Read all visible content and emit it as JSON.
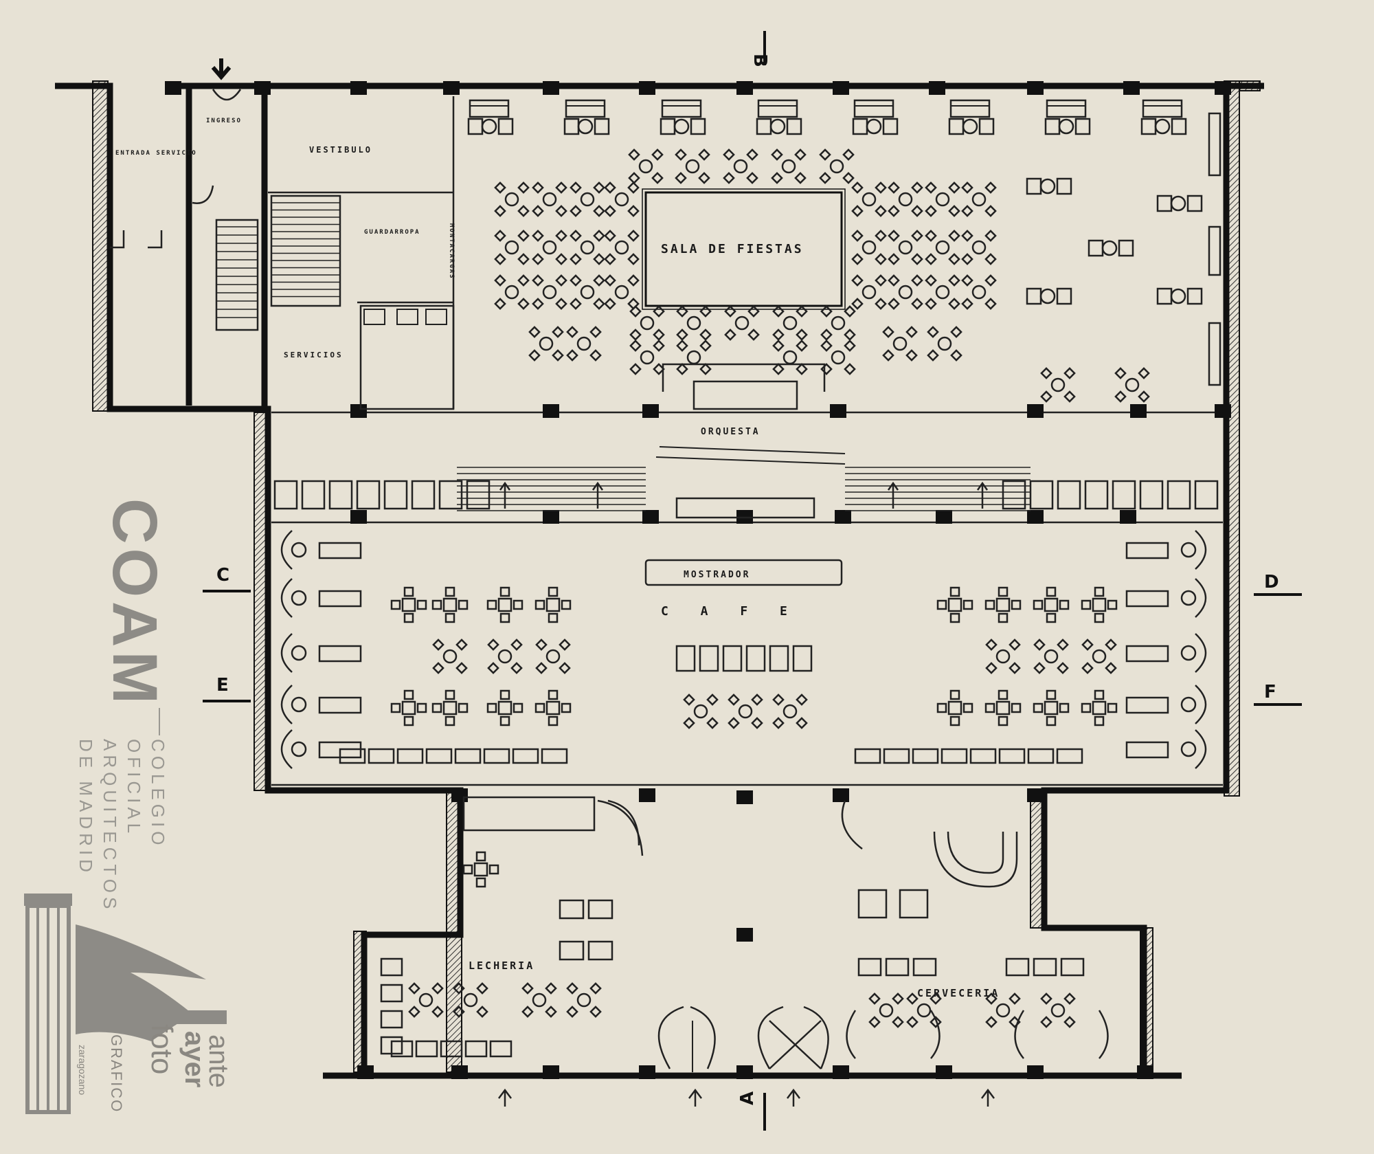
{
  "labels": {
    "ingreso": "INGRESO",
    "entrada_servicio": "ENTRADA SERVICIO",
    "vestibulo": "VESTIBULO",
    "guardarropa": "GUARDARROPA",
    "montacargas": "MONTACARGAS",
    "servicios": "SERVICIOS",
    "sala_de_fiestas": "SALA DE FIESTAS",
    "orquesta": "ORQUESTA",
    "mostrador": "MOSTRADOR",
    "cafe": "C A F E",
    "lecheria": "LECHERIA",
    "cerveceria": "CERVECERIA"
  },
  "section_marks": {
    "a": "A",
    "b": "B",
    "c": "C",
    "d": "D",
    "e": "E",
    "f": "F"
  },
  "watermark": {
    "coam": "COAM",
    "colegio": "COLEGIO",
    "oficial": "OFICIAL",
    "arquitectos": "ARQUITECTOS",
    "de_madrid": "DE MADRID",
    "ante": "ante",
    "ayer": "ayer",
    "foto": "foto",
    "grafico": "GRAFICO",
    "zaragozano": "zaragozano"
  },
  "colors": {
    "paper": "#e7e2d5",
    "ink": "#111111",
    "watermark": "#8d8b86"
  }
}
